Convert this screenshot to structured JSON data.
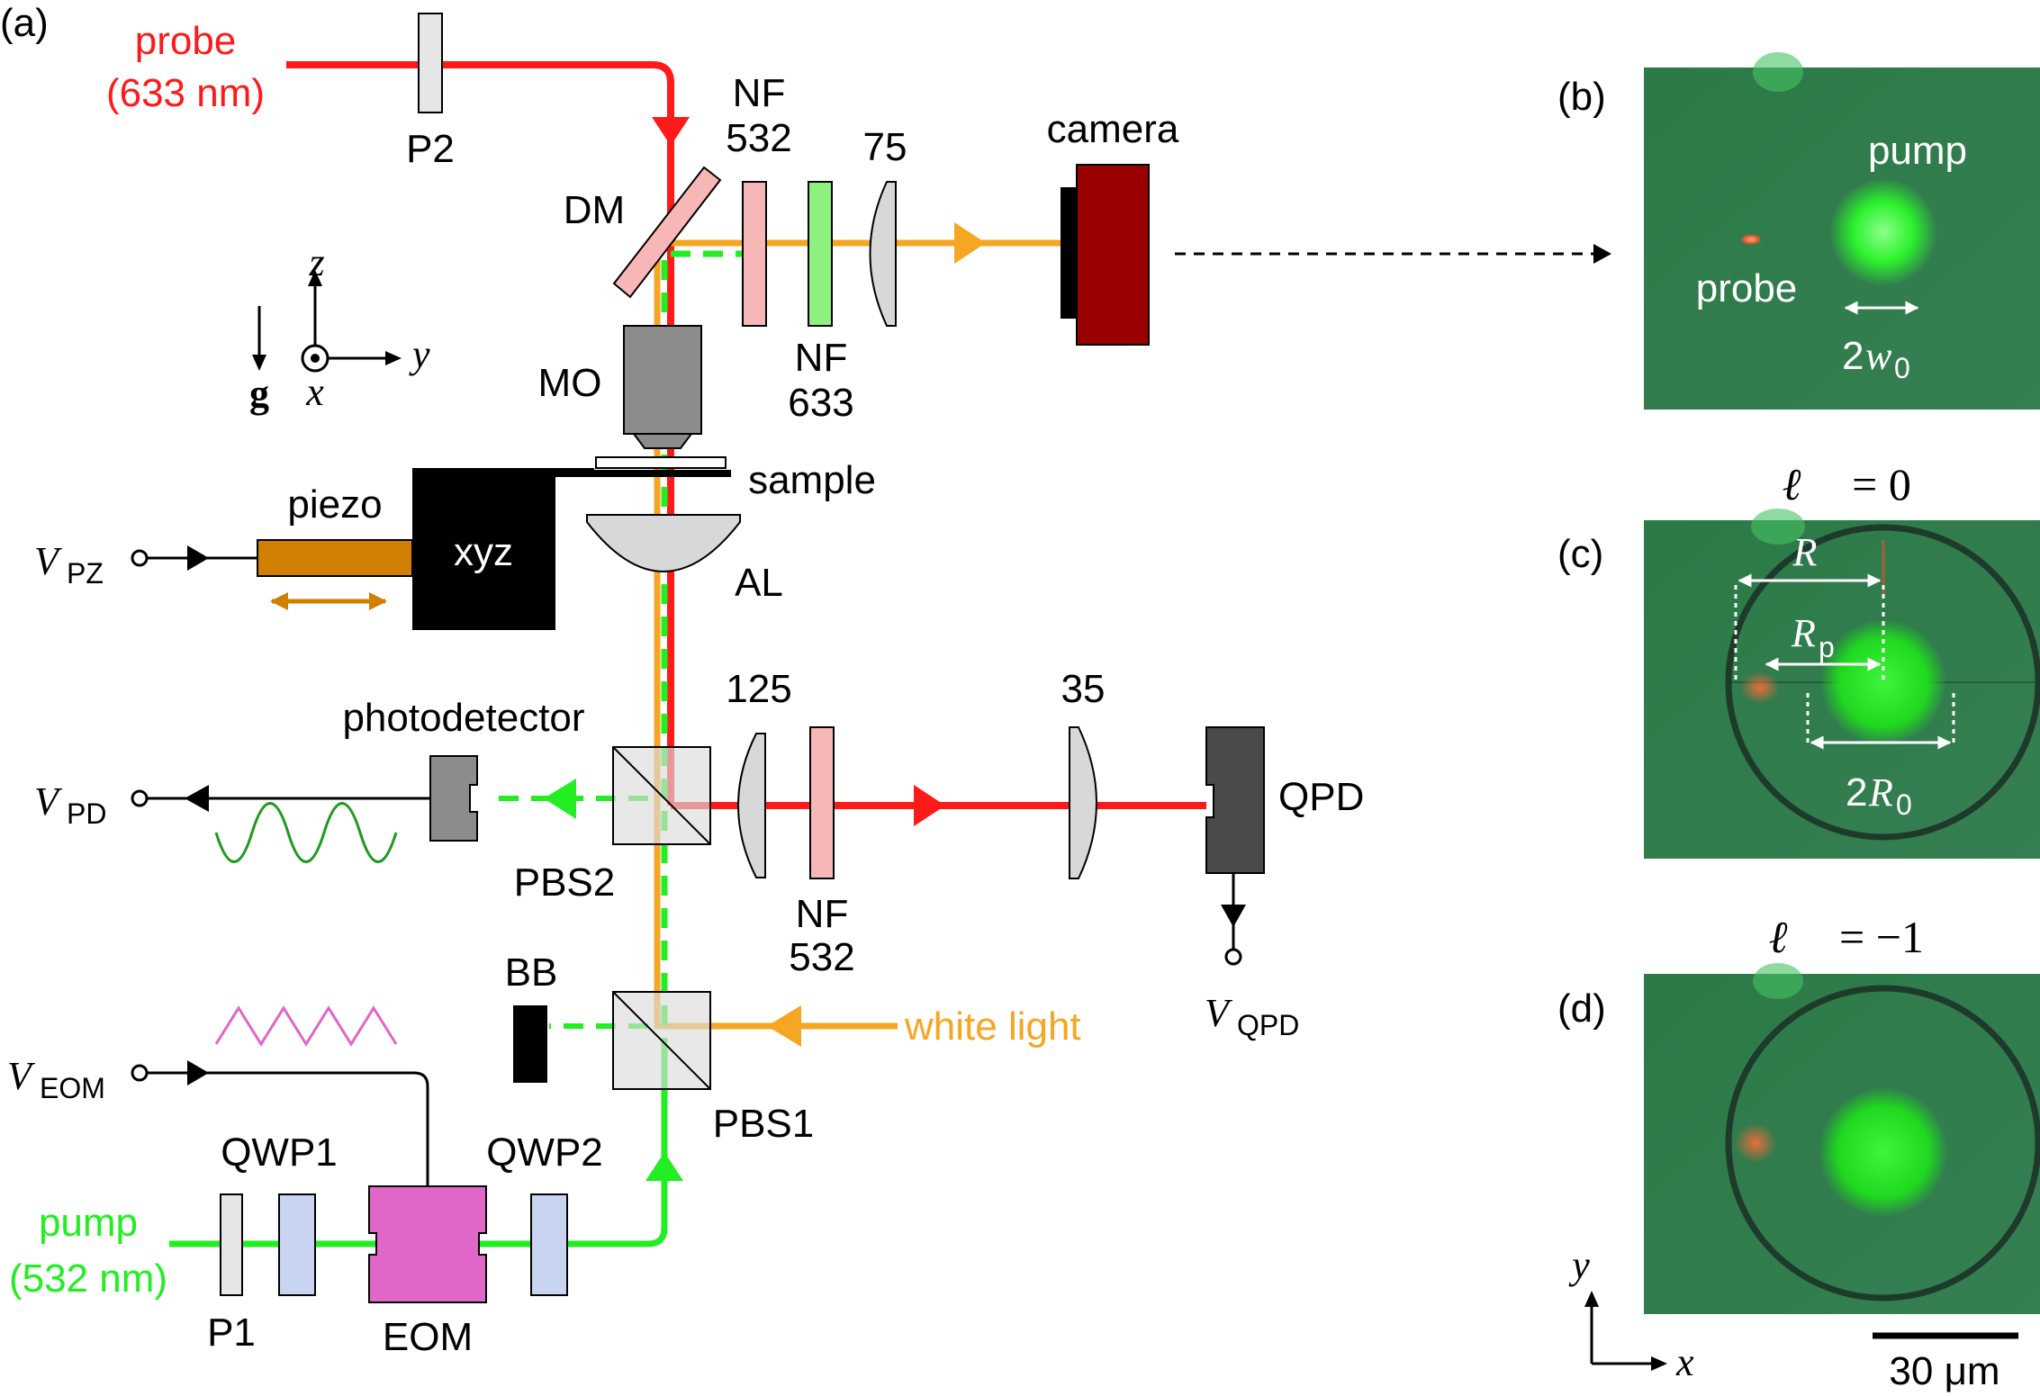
{
  "panels": {
    "a": "(a)",
    "b": "(b)",
    "c": "(c)",
    "d": "(d)"
  },
  "probe_source": {
    "name": "probe",
    "wavelength": "(633 nm)",
    "color": "#ff1a1a"
  },
  "pump_source": {
    "name": "pump",
    "wavelength": "(532 nm)",
    "color": "#22ee22"
  },
  "white_light": {
    "name": "white light",
    "color": "#f5a623"
  },
  "components": {
    "p2": "P2",
    "p1": "P1",
    "qwp1": "QWP1",
    "qwp2": "QWP2",
    "eom": "EOM",
    "dm": "DM",
    "nf532_top": "NF",
    "nf532_top_num": "532",
    "nf633": "NF",
    "nf633_num": "633",
    "lens75": "75",
    "camera": "camera",
    "mo": "MO",
    "sample": "sample",
    "al": "AL",
    "piezo": "piezo",
    "xyz": "xyz",
    "photodetector": "photodetector",
    "pbs2": "PBS2",
    "pbs1": "PBS1",
    "bb": "BB",
    "lens125": "125",
    "lens35": "35",
    "nf532_mid": "NF",
    "nf532_mid_num": "532",
    "qpd": "QPD"
  },
  "voltages": {
    "pz": {
      "main": "V",
      "sub": "PZ"
    },
    "pd": {
      "main": "V",
      "sub": "PD"
    },
    "eom": {
      "main": "V",
      "sub": "EOM"
    },
    "qpd": {
      "main": "V",
      "sub": "QPD"
    }
  },
  "axes_a": {
    "z": "z",
    "y": "y",
    "x": "x",
    "g": "g"
  },
  "panel_b": {
    "pump": "pump",
    "probe": "probe",
    "width_main": "2",
    "width_var": "w",
    "width_sub": "0"
  },
  "panel_c": {
    "title_var": "ℓ",
    "title_eq": "= 0",
    "r": "R",
    "rp_main": "R",
    "rp_sub": "p",
    "r0_num": "2",
    "r0_main": "R",
    "r0_sub": "0"
  },
  "panel_d": {
    "title_var": "ℓ",
    "title_eq": "= −1"
  },
  "axes_d": {
    "y": "y",
    "x": "x"
  },
  "scale_bar": "30 μm",
  "colors": {
    "probe": "#ff1a1a",
    "pump": "#22ee22",
    "white_light": "#f5a623",
    "camera": "#9b0000",
    "eom": "#e066c8",
    "piezo": "#d07f00",
    "nf532": "#f7b7b7",
    "nf633": "#8ef07e",
    "qwp": "#c8d4f0",
    "micro_bg": "#2e7a46"
  }
}
